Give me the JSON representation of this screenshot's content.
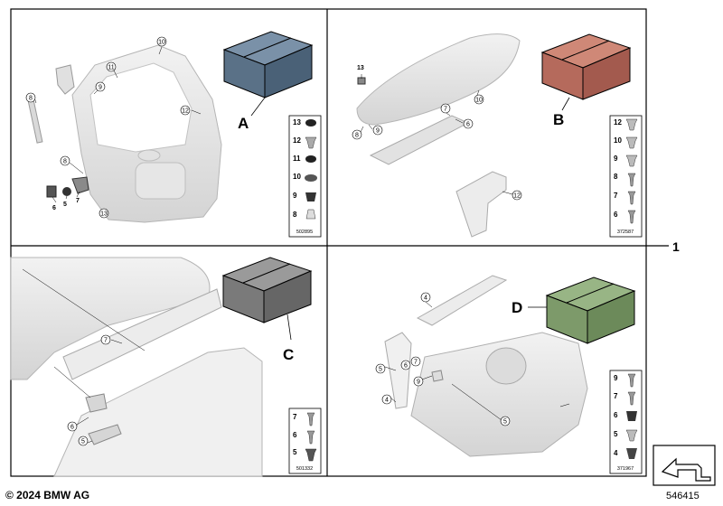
{
  "footer": {
    "copyright": "© 2024 BMW AG",
    "image_id": "546415"
  },
  "assembly_ref": "1",
  "panels": {
    "A": {
      "kit_label": "A",
      "kit_color": "#5a7187",
      "callouts": [
        "10",
        "11",
        "9",
        "8",
        "12",
        "8",
        "6",
        "5",
        "7",
        "13"
      ],
      "legend": [
        {
          "num": "13",
          "icon": "grommet-icon"
        },
        {
          "num": "12",
          "icon": "expansion-nut-icon"
        },
        {
          "num": "11",
          "icon": "grommet-icon"
        },
        {
          "num": "10",
          "icon": "cap-icon"
        },
        {
          "num": "9",
          "icon": "nut-icon"
        },
        {
          "num": "8",
          "icon": "clip-icon"
        }
      ],
      "legend_code": "502895"
    },
    "B": {
      "kit_label": "B",
      "kit_color": "#b56a5c",
      "callouts": [
        "13",
        "10",
        "7",
        "6",
        "8",
        "9",
        "12"
      ],
      "legend": [
        {
          "num": "12",
          "icon": "expansion-nut-icon"
        },
        {
          "num": "10",
          "icon": "expansion-nut-icon"
        },
        {
          "num": "9",
          "icon": "expansion-nut-icon"
        },
        {
          "num": "8",
          "icon": "screw-icon"
        },
        {
          "num": "7",
          "icon": "screw-icon"
        },
        {
          "num": "6",
          "icon": "screw-icon"
        }
      ],
      "legend_code": "372587"
    },
    "C": {
      "kit_label": "C",
      "kit_color": "#7a7a7a",
      "callouts": [
        "7",
        "6",
        "5"
      ],
      "legend": [
        {
          "num": "7",
          "icon": "screw-icon"
        },
        {
          "num": "6",
          "icon": "screw-icon"
        },
        {
          "num": "5",
          "icon": "expansion-nut-icon"
        }
      ],
      "legend_code": "501332"
    },
    "D": {
      "kit_label": "D",
      "kit_color": "#7d9a6a",
      "callouts": [
        "4",
        "5",
        "6",
        "7",
        "9",
        "4",
        "5"
      ],
      "legend": [
        {
          "num": "9",
          "icon": "screw-icon"
        },
        {
          "num": "7",
          "icon": "screw-icon"
        },
        {
          "num": "6",
          "icon": "nut-icon"
        },
        {
          "num": "5",
          "icon": "expansion-nut-icon"
        },
        {
          "num": "4",
          "icon": "clip-icon"
        }
      ],
      "legend_code": "371967"
    }
  }
}
